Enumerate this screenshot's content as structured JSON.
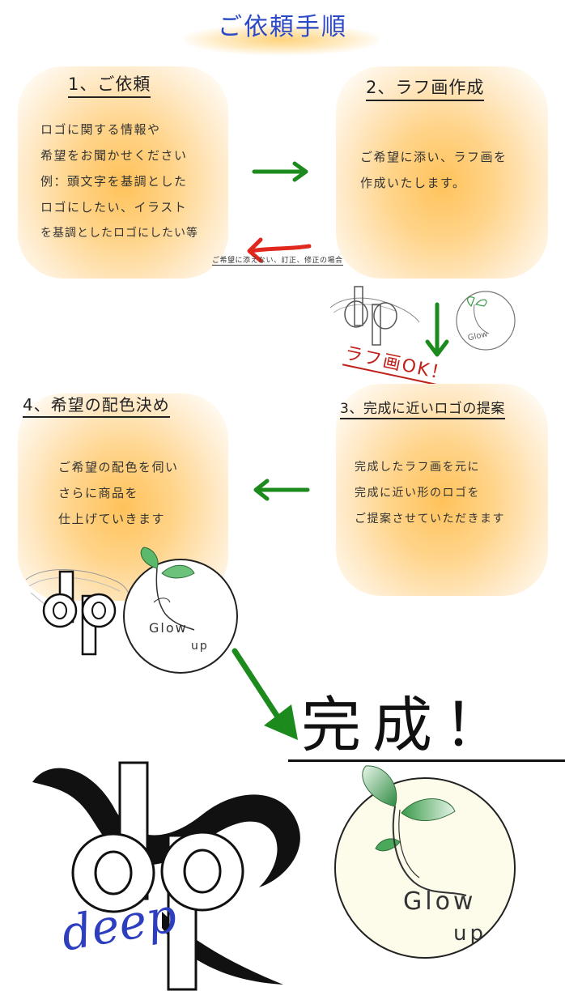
{
  "page": {
    "title": "ご依頼手順",
    "colors": {
      "title": "#2b49c6",
      "card_center": "#ffc25a",
      "arrow_green": "#1c8a1c",
      "arrow_red": "#e0281e",
      "deep_blue": "#2d3fbf"
    }
  },
  "steps": [
    {
      "heading": "1、ご依頼",
      "lines": [
        "ロゴに関する情報や",
        "希望をお聞かせください",
        "例：頭文字を基調とした",
        "ロゴにしたい、イラスト",
        "を基調としたロゴにしたい等"
      ]
    },
    {
      "heading": "2、ラフ画作成",
      "lines": [
        "ご希望に添い、ラフ画を",
        "作成いたします。"
      ]
    },
    {
      "heading": "3、完成に近いロゴの提案",
      "lines": [
        "完成したラフ画を元に",
        "完成に近い形のロゴを",
        "ご提案させていただきます"
      ]
    },
    {
      "heading": "4、希望の配色決め",
      "lines": [
        "ご希望の配色を伺い",
        "さらに商品を",
        "仕上げていきます"
      ]
    }
  ],
  "revision_note": "ご希望に添えない、訂正、修正の場合",
  "rough_ok": "ラフ画OK！",
  "complete": "完成！",
  "logos": {
    "monogram": "dp",
    "emblem_top": "Glow",
    "emblem_bottom": "up",
    "script_word": "deep"
  },
  "icons": [
    "arrow-right-icon",
    "arrow-left-icon",
    "arrow-down-icon",
    "arrow-diagonal-icon",
    "sprout-icon"
  ]
}
